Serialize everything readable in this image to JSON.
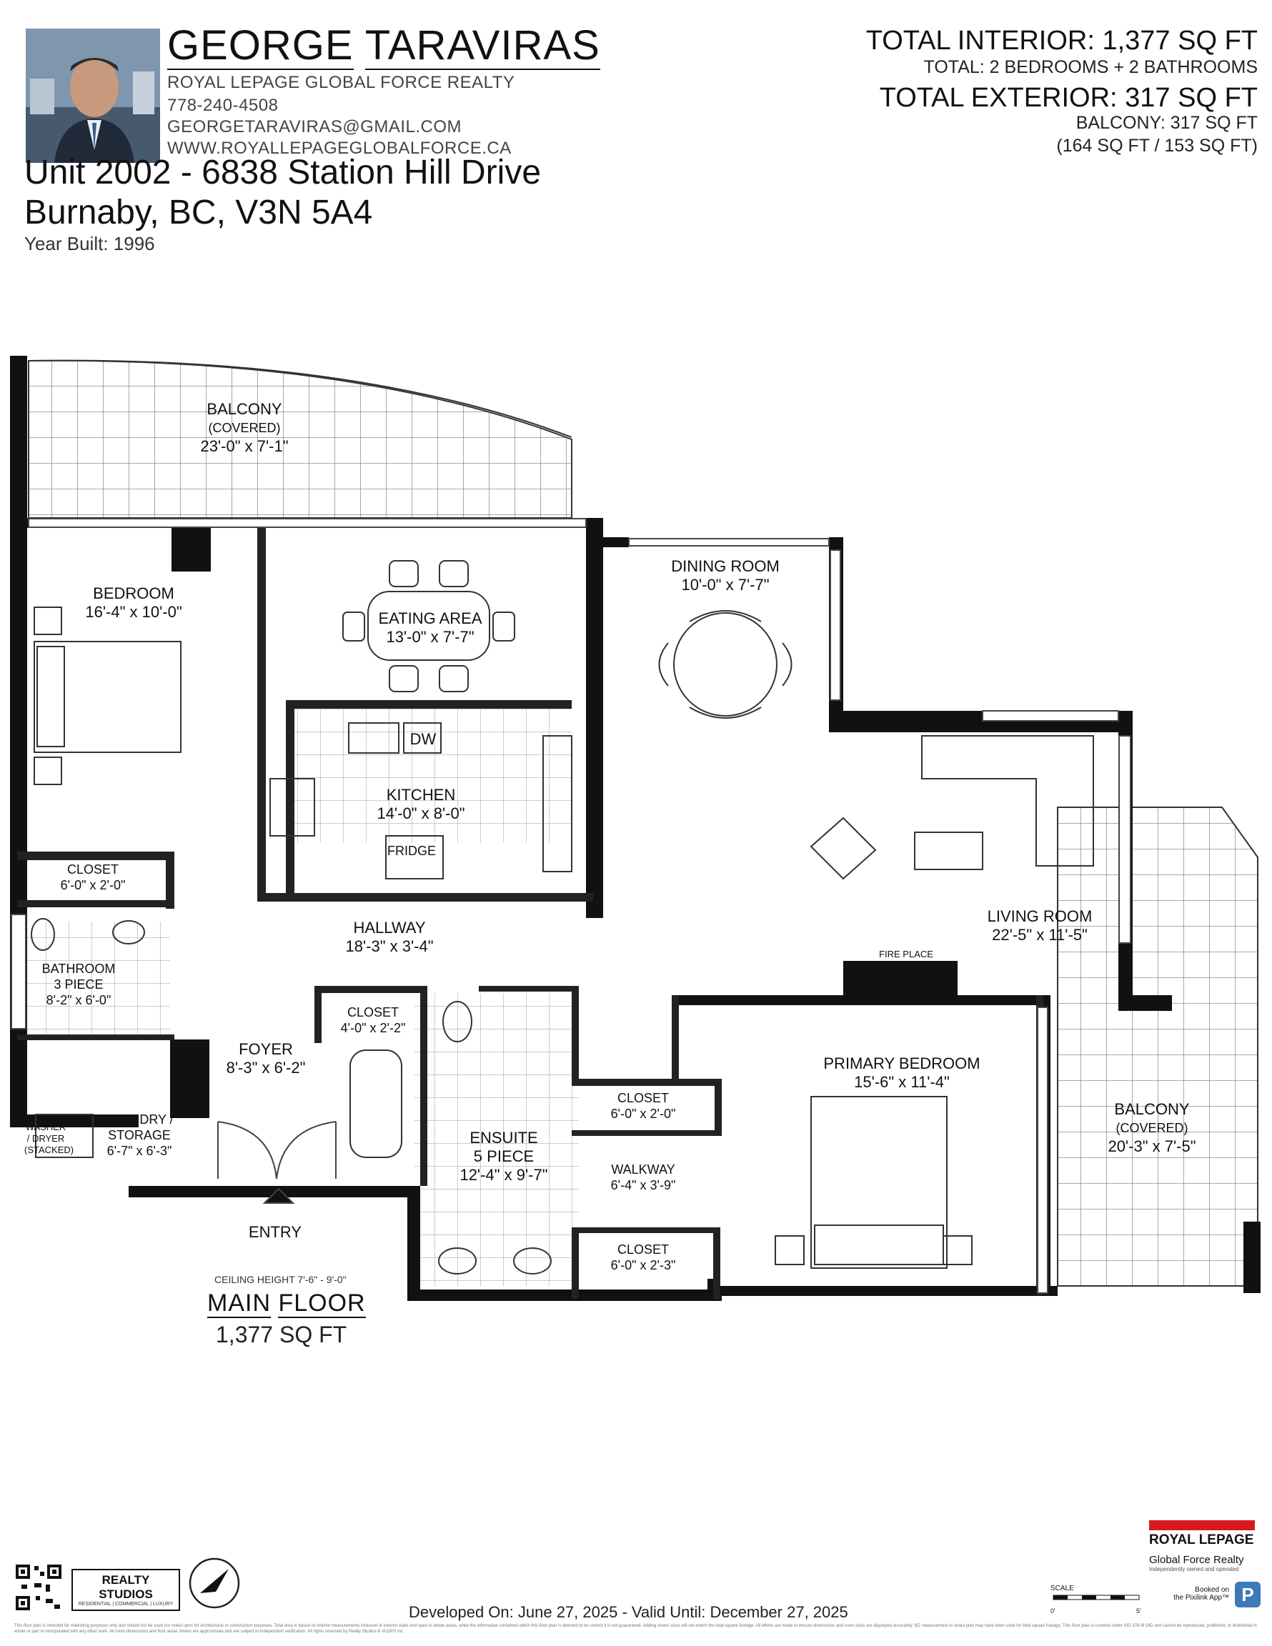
{
  "agent": {
    "name_first": "GEORGE",
    "name_last": "TARAVIRAS",
    "brokerage": "ROYAL LEPAGE GLOBAL FORCE REALTY",
    "phone": "778-240-4508",
    "email": "GEORGETARAVIRAS@GMAIL.COM",
    "website": "WWW.ROYALLEPAGEGLOBALFORCE.CA"
  },
  "property": {
    "address_line1": "Unit 2002 - 6838 Station Hill Drive",
    "address_line2": "Burnaby, BC, V3N 5A4",
    "year_built": "Year Built: 1996"
  },
  "summary": {
    "total_interior": "TOTAL INTERIOR: 1,377 SQ FT",
    "total_rooms": "TOTAL: 2 BEDROOMS  + 2 BATHROOMS",
    "total_exterior": "TOTAL EXTERIOR: 317 SQ FT",
    "balcony_total": "BALCONY: 317 SQ FT",
    "balcony_split": "(164 SQ FT / 153 SQ FT)"
  },
  "rooms": {
    "balcony_top": {
      "name": "BALCONY",
      "sub": "(COVERED)",
      "dims": "23'-0\" x 7'-1\""
    },
    "bedroom": {
      "name": "BEDROOM",
      "dims": "16'-4\" x 10'-0\""
    },
    "eating": {
      "name": "EATING AREA",
      "dims": "13'-0\" x 7'-7\""
    },
    "dining": {
      "name": "DINING ROOM",
      "dims": "10'-0\" x 7'-7\""
    },
    "kitchen": {
      "name": "KITCHEN",
      "dims": "14'-0\" x 8'-0\""
    },
    "dw": "DW",
    "fridge": "FRIDGE",
    "closet_bed": {
      "name": "CLOSET",
      "dims": "6'-0\" x 2'-0\""
    },
    "hallway": {
      "name": "HALLWAY",
      "dims": "18'-3\" x 3'-4\""
    },
    "living": {
      "name": "LIVING ROOM",
      "dims": "22'-5\" x 11'-5\""
    },
    "fireplace": "FIRE PLACE",
    "bathroom": {
      "name": "BATHROOM",
      "sub": "3 PIECE",
      "dims": "8'-2\" x 6'-0\""
    },
    "closet_hall": {
      "name": "CLOSET",
      "dims": "4'-0\" x 2'-2\""
    },
    "foyer": {
      "name": "FOYER",
      "dims": "8'-3\" x 6'-2\""
    },
    "laundry": {
      "name": "LAUNDRY /",
      "sub": "STORAGE",
      "dims": "6'-7\" x 6'-3\""
    },
    "washer": "WASHER / DRYER (STACKED)",
    "ensuite": {
      "name": "ENSUITE",
      "sub": "5 PIECE",
      "dims": "12'-4\" x 9'-7\""
    },
    "closet_primary1": {
      "name": "CLOSET",
      "dims": "6'-0\" x 2'-0\""
    },
    "walkway": {
      "name": "WALKWAY",
      "dims": "6'-4\" x 3'-9\""
    },
    "closet_primary2": {
      "name": "CLOSET",
      "dims": "6'-0\" x 2'-3\""
    },
    "primary": {
      "name": "PRIMARY BEDROOM",
      "dims": "15'-6\" x 11'-4\""
    },
    "balcony_right": {
      "name": "BALCONY",
      "sub": "(COVERED)",
      "dims": "20'-3\" x 7'-5\""
    },
    "entry": "ENTRY"
  },
  "floor": {
    "ceiling": "CEILING HEIGHT 7'-6\" - 9'-0\"",
    "name_a": "MAIN",
    "name_b": "FLOOR",
    "sqft": "1,377 SQ FT"
  },
  "footer": {
    "developed": "Developed On: June 27, 2025 - Valid Until: December 27, 2025",
    "disclaimer": "This floor plan is intended for marketing purposes only and should not be used nor relied upon for architectural or construction purposes. Total area is based on interior measurements inclusive of exterior walls and open to below areas, while the information contained within this floor plan is deemed to be correct it is not guaranteed. Adding rooms sizes will not match the total square footage. All efforts are made to ensure dimensions and room sizes are displayed accurately. BC measurement or strata plan may have been used for total square footage. This floor plan is covered under ISO 376-M OID and cannot be reproduced, published, or distributed in whole or part or incorporated with any other work. All room dimensions and floor areas shown are approximate and are subject to independent verification. All rights reserved by Realty Studios & VLDPG Inc.",
    "realty_studios": "REALTY STUDIOS",
    "realty_studios_sub": "RESIDENTIAL | COMMERCIAL | LUXURY",
    "rlp_brand": "ROYAL LEPAGE",
    "rlp_office": "Global Force Realty",
    "rlp_tag": "Independently owned and operated",
    "pixilink_a": "Booked on",
    "pixilink_b": "the Pixilink App™",
    "scale_label": "SCALE",
    "scale_0": "0'",
    "scale_5": "5'"
  }
}
